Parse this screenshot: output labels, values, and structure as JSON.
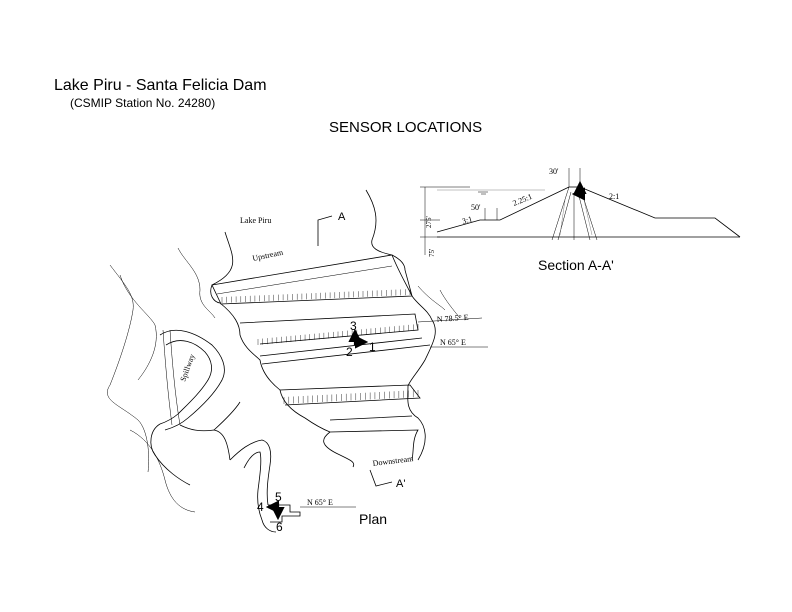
{
  "header": {
    "title": "Lake Piru - Santa Felicia Dam",
    "subtitle": "(CSMIP Station No. 24280)",
    "heading": "SENSOR LOCATIONS"
  },
  "plan": {
    "caption": "Plan",
    "lake_label": "Lake Piru",
    "upstream_label": "Upstream",
    "downstream_label": "Downstream",
    "spillway_label": "Spillway",
    "section_marker_top": "A",
    "section_marker_bottom": "A'",
    "crest_bearing": "N 78.5° E",
    "axis_bearing": "N 65° E",
    "base_bearing": "N 65° E"
  },
  "section": {
    "caption": "Section A-A'",
    "crest_width": "30'",
    "berm_width": "50'",
    "slope_upstream_lower": "3:1",
    "slope_upstream_upper": "2.25:1",
    "slope_downstream": "2:1",
    "height_total": "275'",
    "height_lower": "75'"
  },
  "sensors": [
    {
      "id": "1",
      "location": "crest"
    },
    {
      "id": "2",
      "location": "crest"
    },
    {
      "id": "3",
      "location": "crest"
    },
    {
      "id": "4",
      "location": "downstream base"
    },
    {
      "id": "5",
      "location": "downstream base"
    },
    {
      "id": "6",
      "location": "downstream base"
    }
  ]
}
